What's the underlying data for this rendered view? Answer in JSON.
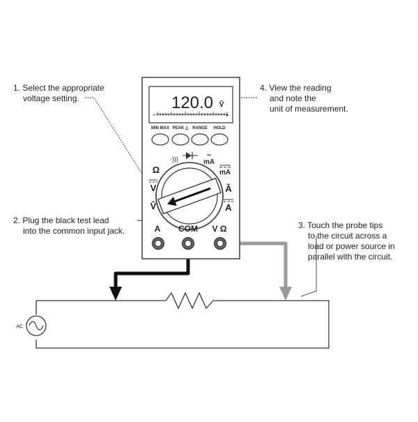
{
  "steps": [
    {
      "lines": [
        "1. Select the appropriate",
        "voltage setting."
      ]
    },
    {
      "lines": [
        "2. Plug the black test lead",
        "into the common input jack."
      ]
    },
    {
      "lines": [
        "3. Touch the probe tips",
        "to the circuit across a",
        "load or power source in",
        "parallel with the circuit."
      ]
    },
    {
      "lines": [
        "4. View the reading",
        "and note the",
        "unit of measurement."
      ]
    }
  ],
  "meter": {
    "reading": "120.0",
    "unit": "Ṽ",
    "buttons": [
      "MIN MAX",
      "PEAK △",
      "RANGE",
      "HOLD"
    ],
    "dial": {
      "ohm": "Ω",
      "dc_volts": "V",
      "ac_volts": "Ṽ",
      "milliamp_ac": "mA",
      "milliamp_dc": "mA",
      "amp_ac": "Ã",
      "amp_dc": "A"
    },
    "jacks": [
      "A",
      "COM",
      "V Ω"
    ]
  },
  "circuit": {
    "source_label": "AC"
  },
  "colors": {
    "black_lead": "#111111",
    "red_lead": "#9a9a9a",
    "outline": "#333333"
  }
}
